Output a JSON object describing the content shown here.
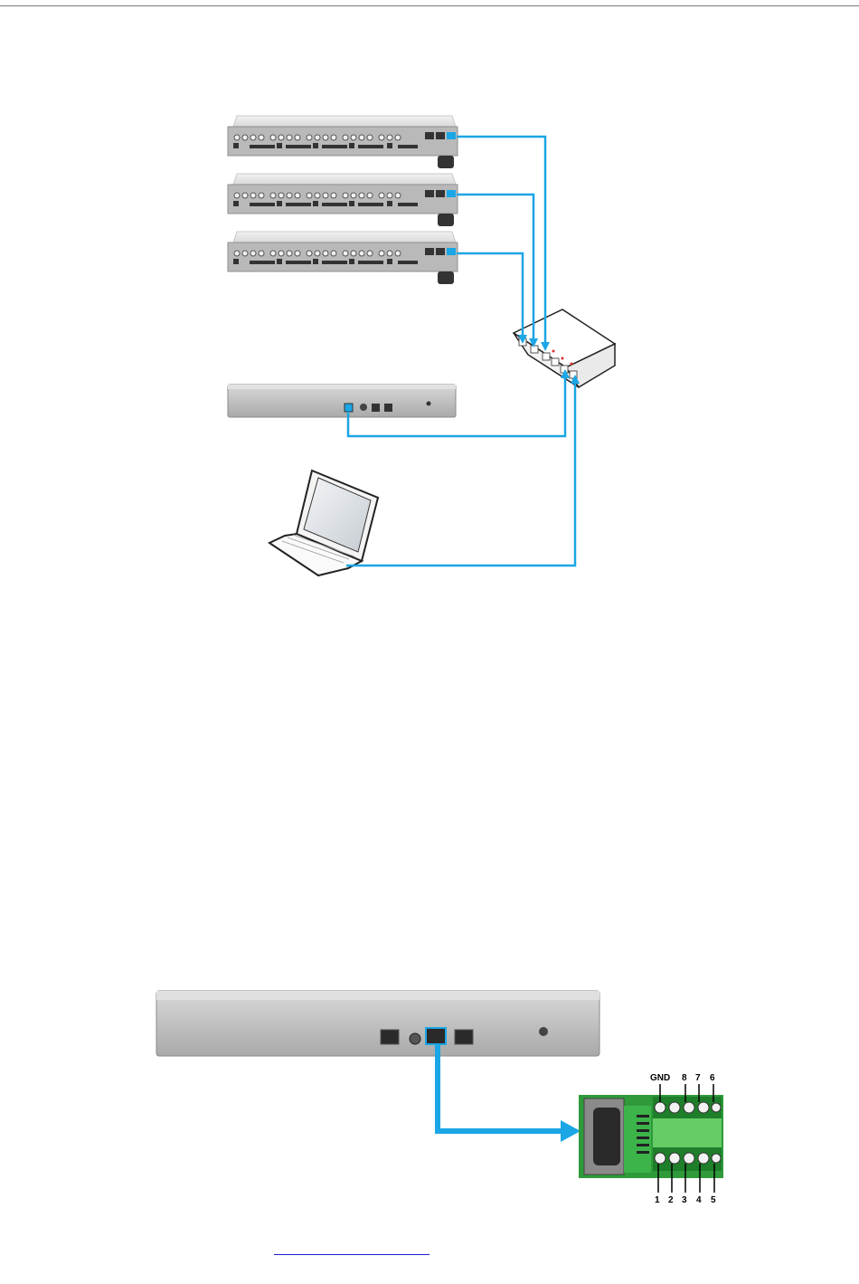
{
  "terminal_block": {
    "top_labels": [
      "GND",
      "8",
      "7",
      "6"
    ],
    "bottom_labels": [
      "1",
      "2",
      "3",
      "4",
      "5"
    ]
  },
  "colors": {
    "cable": "#1ba6e6",
    "chassis": "#c9c9c9",
    "pcb": "#2f9a3a"
  }
}
